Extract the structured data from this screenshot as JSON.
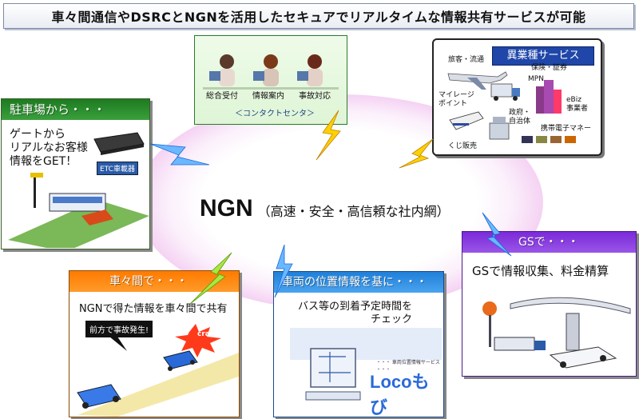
{
  "title": "車々間通信やDSRCとNGNを活用したセキュアでリアルタイムな情報共有サービスが可能",
  "ngn": {
    "label": "NGN",
    "subtitle": "（高速・安全・高信頼な社内網）"
  },
  "contact_center": {
    "items": [
      "総合受付",
      "情報案内",
      "事故対応"
    ],
    "caption": "＜コンタクトセンタ＞"
  },
  "partners": {
    "header": "異業種サービス",
    "labels": {
      "travel": "旅客・流通",
      "mileage": "マイレージ\nポイント",
      "insurance": "保険・証券",
      "mpn": "MPN",
      "ebiz": "eBiz\n事業者",
      "gov": "政府・\n自治体",
      "emoney": "携帯電子マネー",
      "lottery": "くじ販売"
    }
  },
  "parking": {
    "header": "駐車場から・・・",
    "text": "ゲートから\nリアルなお客様\n情報をGET！",
    "device_label": "ETC車載器"
  },
  "vehicles": {
    "header": "車々間で・・・",
    "text": "NGNで得た情報を車々間で共有",
    "callout": "前方で事故発生!",
    "crash": "crash !"
  },
  "location": {
    "header": "車両の位置情報を基に・・・",
    "text": "バス等の到着予定時間を\nチェック",
    "service_small": "・・・ 車両位置情報サービス ・・・",
    "logo": "Locoもび"
  },
  "gs": {
    "header": "GSで・・・",
    "text": "GSで情報収集、料金精算"
  },
  "colors": {
    "parking": "#1d7a20",
    "vehicles": "#ff7a00",
    "location": "#1f7fd8",
    "gs": "#7a2ad8",
    "partners": "#1f46a8",
    "ring": "#ecaee8",
    "bolt_blue": "#3fa0ff",
    "bolt_orange": "#ffc000"
  },
  "icons": [
    "lightning-bolt-icon",
    "airplane-icon",
    "train-icon",
    "building-icon",
    "car-icon",
    "monitor-icon",
    "gas-station-icon"
  ]
}
